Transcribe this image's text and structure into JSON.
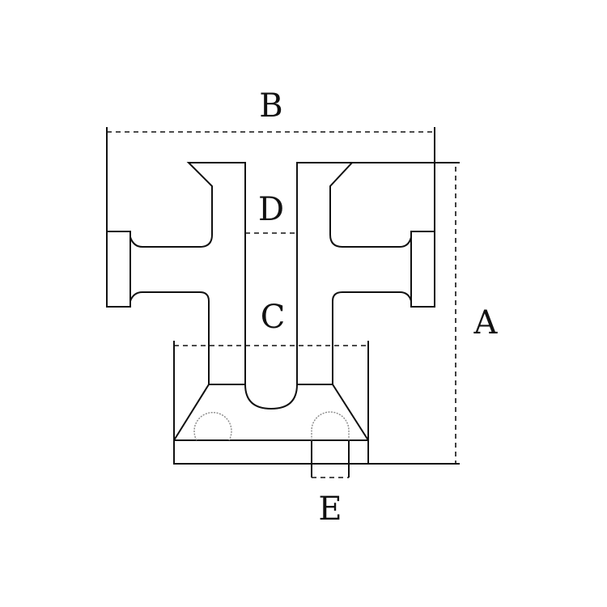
{
  "labels": {
    "overall_width": "B",
    "overall_height": "A",
    "slot_upper": "D",
    "slot_lower": "C",
    "hole_width": "E"
  }
}
